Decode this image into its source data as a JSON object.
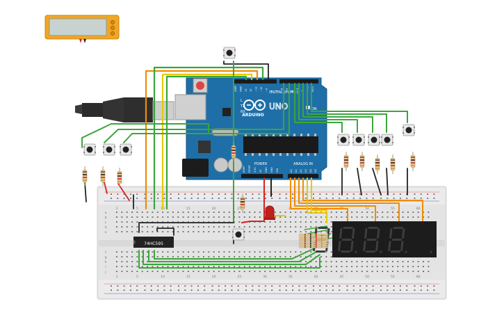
{
  "multimeter": {
    "display": ""
  },
  "arduino": {
    "logo_text": "ARDUINO",
    "model": "UNO",
    "digital_label": "DIGITAL (PWM~)",
    "analog_label": "ANALOG IN",
    "power_label": "POWER",
    "on_label": "ON",
    "tx_label": "TX",
    "rx_label": "RX",
    "l_label": "L",
    "pin_labels_top": [
      "AREF",
      "GND",
      "13",
      "12",
      "~11",
      "~10",
      "~9",
      "8",
      "7",
      "~6",
      "~5",
      "4",
      "~3",
      "2",
      "TX 1",
      "RX 0"
    ],
    "power_pin_labels": [
      "IOREF",
      "RESET",
      "3.3V",
      "5V",
      "GND",
      "GND",
      "VIN"
    ],
    "analog_pin_labels": [
      "A0",
      "A1",
      "A2",
      "A3",
      "A4",
      "A5"
    ]
  },
  "ic": {
    "label": "74HC595"
  },
  "breadboard": {
    "col_numbers": [
      "1",
      "5",
      "10",
      "15",
      "20",
      "25",
      "30",
      "35",
      "40",
      "45",
      "50",
      "55",
      "60"
    ],
    "row_letters_top": [
      "a",
      "b",
      "c",
      "d",
      "e"
    ],
    "row_letters_bottom": [
      "f",
      "g",
      "h",
      "i",
      "j"
    ]
  },
  "seven_segment": {
    "digits": [
      "8.",
      "8.",
      "8.",
      "8."
    ]
  },
  "colors": {
    "board_blue": "#1e6fa8",
    "breadboard": "#e6e6e6",
    "wire_green": "#3aa63a",
    "wire_orange": "#f08c00",
    "wire_yellow": "#e8c800",
    "wire_red": "#d92020",
    "wire_black": "#222222",
    "segment_display": "#1c1c1c",
    "led_red": "#c0201c"
  }
}
